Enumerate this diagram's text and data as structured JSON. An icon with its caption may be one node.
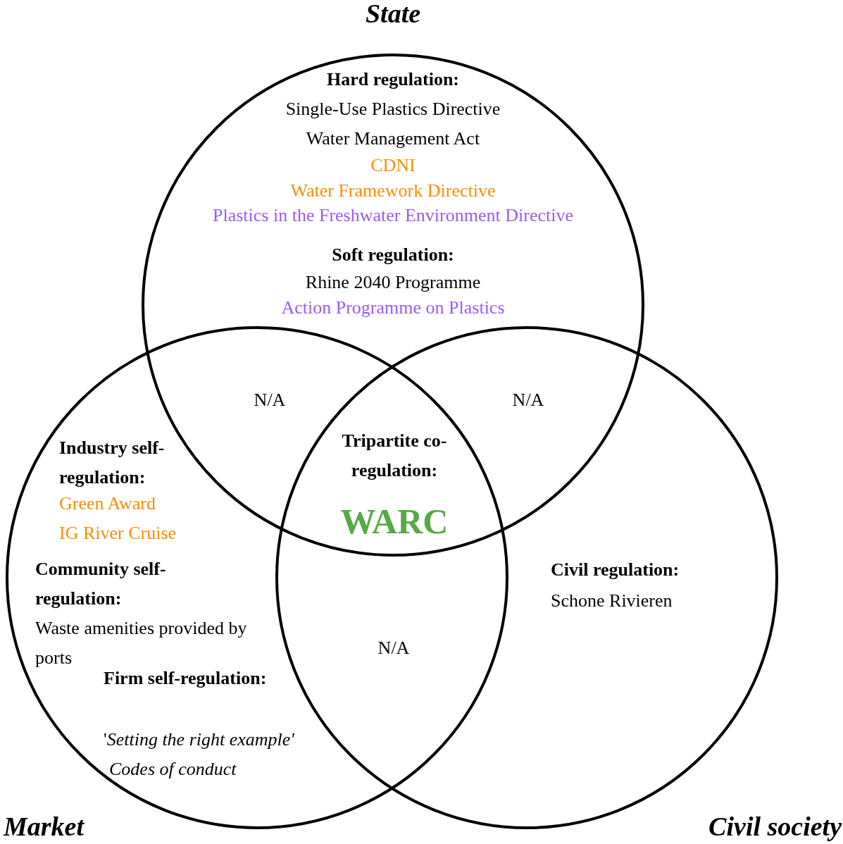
{
  "diagram": {
    "nodes": [
      {
        "text": [],
        "shape": "circle"
      },
      {
        "text": [],
        "shape": "circle"
      },
      {
        "text": [],
        "shape": "circle"
      }
    ],
    "edges": [],
    "labels": [
      "State",
      "Hard regulation:",
      "Single-Use Plastics Directive",
      "Water Management Act",
      "CDNI",
      "Water Framework Directive",
      "Plastics in the Freshwater Environment Directive",
      "Soft regulation:",
      "Rhine 2040 Programme",
      "Action Programme on Plastics",
      "N/A",
      "N/A",
      "Tripartite co-regulation:",
      "Industry self-regulation:",
      "Green Award",
      "IG River Cruise",
      "WARC",
      "Civil regulation:",
      "Schone Rivieren",
      "Community self-regulation:",
      "Waste amenities provided by ports",
      "N/A",
      "Firm self-regulation:",
      "'*Setting the right example'*",
      "Codes of conduct",
      "Market",
      "Civil society"
    ]
  }
}
